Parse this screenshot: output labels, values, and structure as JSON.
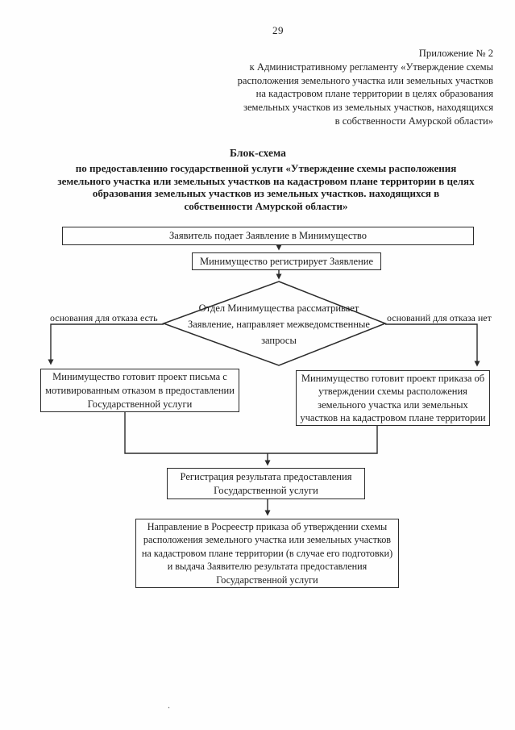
{
  "page": {
    "number": "29",
    "stray_mark": "."
  },
  "appendix": {
    "lines": [
      "Приложение № 2",
      "к Административному регламенту «Утверждение схемы",
      "расположения земельного участка или земельных участков",
      "на кадастровом плане территории в целях образования",
      "земельных участков из земельных участков, находящихся",
      "в собственности Амурской области»"
    ]
  },
  "title": {
    "heading": "Блок-схема",
    "subtitle_lines": [
      "по предоставлению государственной услуги «Утверждение схемы расположения",
      "земельного участка или земельных участков на кадастровом плане территории в целях",
      "образования земельных участков из земельных участков. находящихся в",
      "собственности Амурской области»"
    ]
  },
  "flowchart": {
    "node_submit": {
      "lines": [
        "Заявитель подает Заявление в Минимущество"
      ]
    },
    "node_register": {
      "lines": [
        "Минимущество регистрирует Заявление"
      ]
    },
    "node_review": {
      "lines": [
        "Отдел Минимущества рассматривает",
        "Заявление, направляет межведомственные",
        "запросы"
      ]
    },
    "branch_refusal_label": "основания для отказа есть",
    "branch_no_refusal_label": "оснований для отказа нет",
    "node_refusal": {
      "lines": [
        "Минимущество готовит проект письма с",
        "мотивированным отказом в предоставлении",
        "Государственной услуги"
      ]
    },
    "node_approval": {
      "lines": [
        "Минимущество готовит проект приказа об",
        "утверждении схемы расположения",
        "земельного участка или земельных",
        "участков на кадастровом плане территории"
      ]
    },
    "node_result_registration": {
      "lines": [
        "Регистрация результата предоставления",
        "Государственной услуги"
      ]
    },
    "node_send_rosreestr": {
      "lines": [
        "Направление в Росреестр приказа об утверждении схемы",
        "расположения земельного участка или земельных участков",
        "на кадастровом плане территории (в случае его подготовки)",
        "и выдача Заявителю результата предоставления",
        "Государственной услуги"
      ]
    }
  },
  "colors": {
    "ink": "#1d1d1d",
    "line": "#2b2b2b",
    "paper": "#fefefe"
  }
}
